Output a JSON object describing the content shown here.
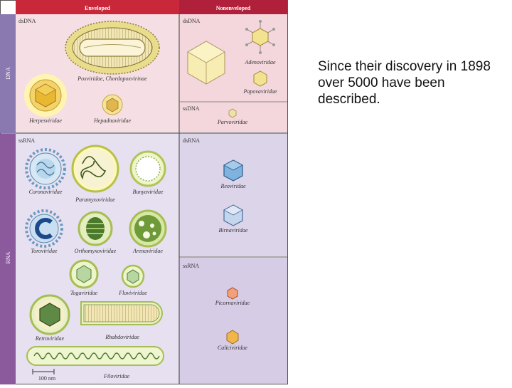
{
  "figure": {
    "headers": {
      "enveloped": "Enveloped",
      "nonenveloped": "Nonenveloped"
    },
    "side_labels": {
      "dna": "DNA",
      "rna": "RNA"
    },
    "sections": {
      "env_dsdna": "dsDNA",
      "non_dsdna": "dsDNA",
      "non_ssdna": "ssDNA",
      "env_ssrna": "ssRNA",
      "non_dsrna": "dsRNA",
      "non_ssrna": "ssRNA"
    },
    "families": {
      "poxviridae": "Poxviridae, Chordopoxvirinae",
      "herpesviridae": "Herpesviridae",
      "hepadnaviridae": "Hepadnaviridae",
      "adenoviridae": "Adenoviridae",
      "papovaviridae": "Papovaviridae",
      "parvoviridae": "Parvoviridae",
      "coronaviridae": "Coronaviridae",
      "paramyxoviridae": "Paramyxoviridae",
      "bunyaviridae": "Bunyaviridae",
      "toroviridae": "Toroviridae",
      "orthomyxoviridae": "Orthomyxoviridae",
      "arenaviridae": "Arenaviridae",
      "togaviridae": "Togaviridae",
      "flaviviridae": "Flaviviridae",
      "retroviridae": "Retroviridae",
      "rhabdoviridae": "Rhabdoviridae",
      "filoviridae": "Filoviridae",
      "reoviridae": "Reoviridae",
      "birnaviridae": "Birnaviridae",
      "picornaviridae": "Picornaviridae",
      "caliciviridae": "Caliciviridae"
    },
    "scale_bar": "100 nm"
  },
  "caption": "Since their discovery in 1898 over 5000 have been described.",
  "colors": {
    "header_bg": "#c8283a",
    "side_bg": "#8a78b0",
    "dna_bg": "#f6dfe4",
    "rna_bg": "#e6e0f0",
    "nonenv_rna_bg": "#d8cfe6"
  }
}
